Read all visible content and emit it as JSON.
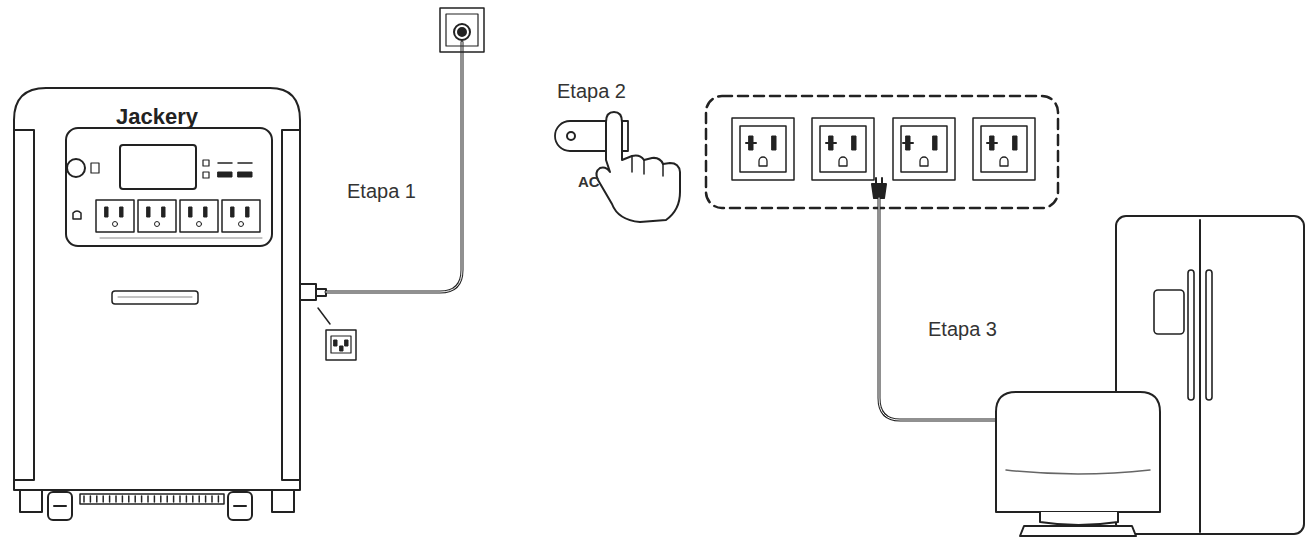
{
  "diagram": {
    "labels": [
      "Jackery",
      "Etapa 1",
      "Etapa 2",
      "AC",
      "Etapa 3"
    ]
  }
}
